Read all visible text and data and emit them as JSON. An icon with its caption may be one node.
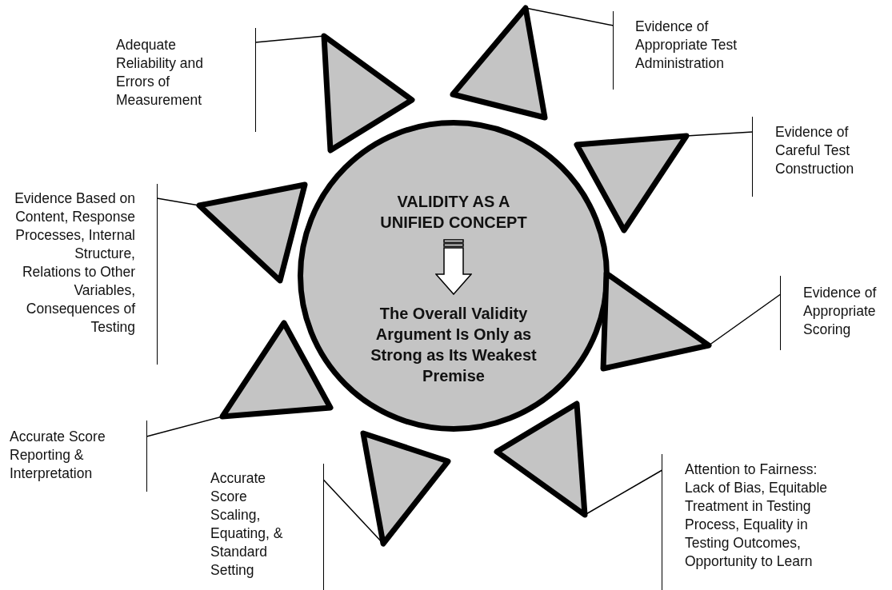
{
  "diagram": {
    "nodes": [
      {
        "text": [
          "VALIDITY AS A UNIFIED CONCEPT",
          "The Overall Validity Argument Is Only as Strong as Its Weakest Premise"
        ]
      },
      {
        "text": [
          "Adequate Reliability and Errors of Measurement"
        ]
      },
      {
        "text": [
          "Evidence of Appropriate Test Administration"
        ]
      },
      {
        "text": [
          "Evidence of Careful Test Construction"
        ]
      },
      {
        "text": [
          "Evidence Based on Content, Response Processes, Internal Structure, Relations to Other Variables, Consequences of Testing"
        ]
      },
      {
        "text": [
          "Evidence of Appropriate Scoring"
        ]
      },
      {
        "text": [
          "Accurate Score Reporting & Interpretation"
        ]
      },
      {
        "text": [
          "Accurate Score Scaling, Equating, & Standard Setting"
        ]
      },
      {
        "text": [
          "Attention to Fairness: Lack of Bias, Equitable Treatment in Testing Process, Equality in Testing Outcomes, Opportunity to Learn"
        ]
      },
      {
        "text": [],
        "shape": "triangle"
      },
      {
        "text": [],
        "shape": "triangle"
      },
      {
        "text": [],
        "shape": "triangle"
      },
      {
        "text": [],
        "shape": "triangle"
      },
      {
        "text": [],
        "shape": "triangle"
      },
      {
        "text": [],
        "shape": "triangle"
      },
      {
        "text": [],
        "shape": "triangle"
      },
      {
        "text": [],
        "shape": "triangle"
      }
    ],
    "edges": [
      {
        "from": 1,
        "to": 9,
        "arrow": "none"
      },
      {
        "from": 2,
        "to": 10,
        "arrow": "none"
      },
      {
        "from": 3,
        "to": 11,
        "arrow": "none"
      },
      {
        "from": 4,
        "to": 12,
        "arrow": "none"
      },
      {
        "from": 5,
        "to": 13,
        "arrow": "none"
      },
      {
        "from": 6,
        "to": 14,
        "arrow": "none"
      },
      {
        "from": 7,
        "to": 15,
        "arrow": "none"
      },
      {
        "from": 8,
        "to": 16,
        "arrow": "none"
      }
    ]
  }
}
